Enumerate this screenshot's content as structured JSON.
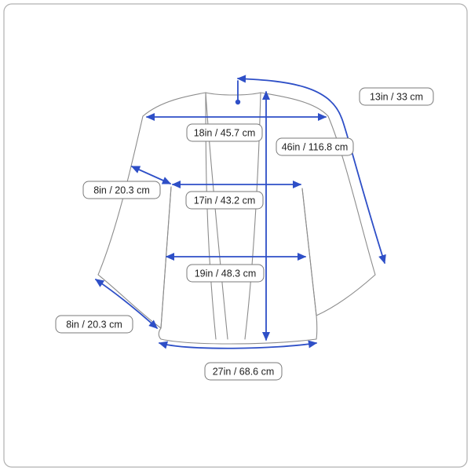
{
  "colors": {
    "arrow": "#2e4fc7",
    "outline": "#8c8c8c",
    "frame": "#b0b0b0",
    "text": "#222222"
  },
  "measurements": {
    "sleeve_top": "13in / 33 cm",
    "bust": "18in / 45.7 cm",
    "length": "46in / 116.8 cm",
    "sleeve_opening": "8in / 20.3 cm",
    "waist": "17in / 43.2 cm",
    "hip": "19in / 48.3 cm",
    "sleeve_hem": "8in / 20.3 cm",
    "hem": "27in / 68.6 cm"
  }
}
